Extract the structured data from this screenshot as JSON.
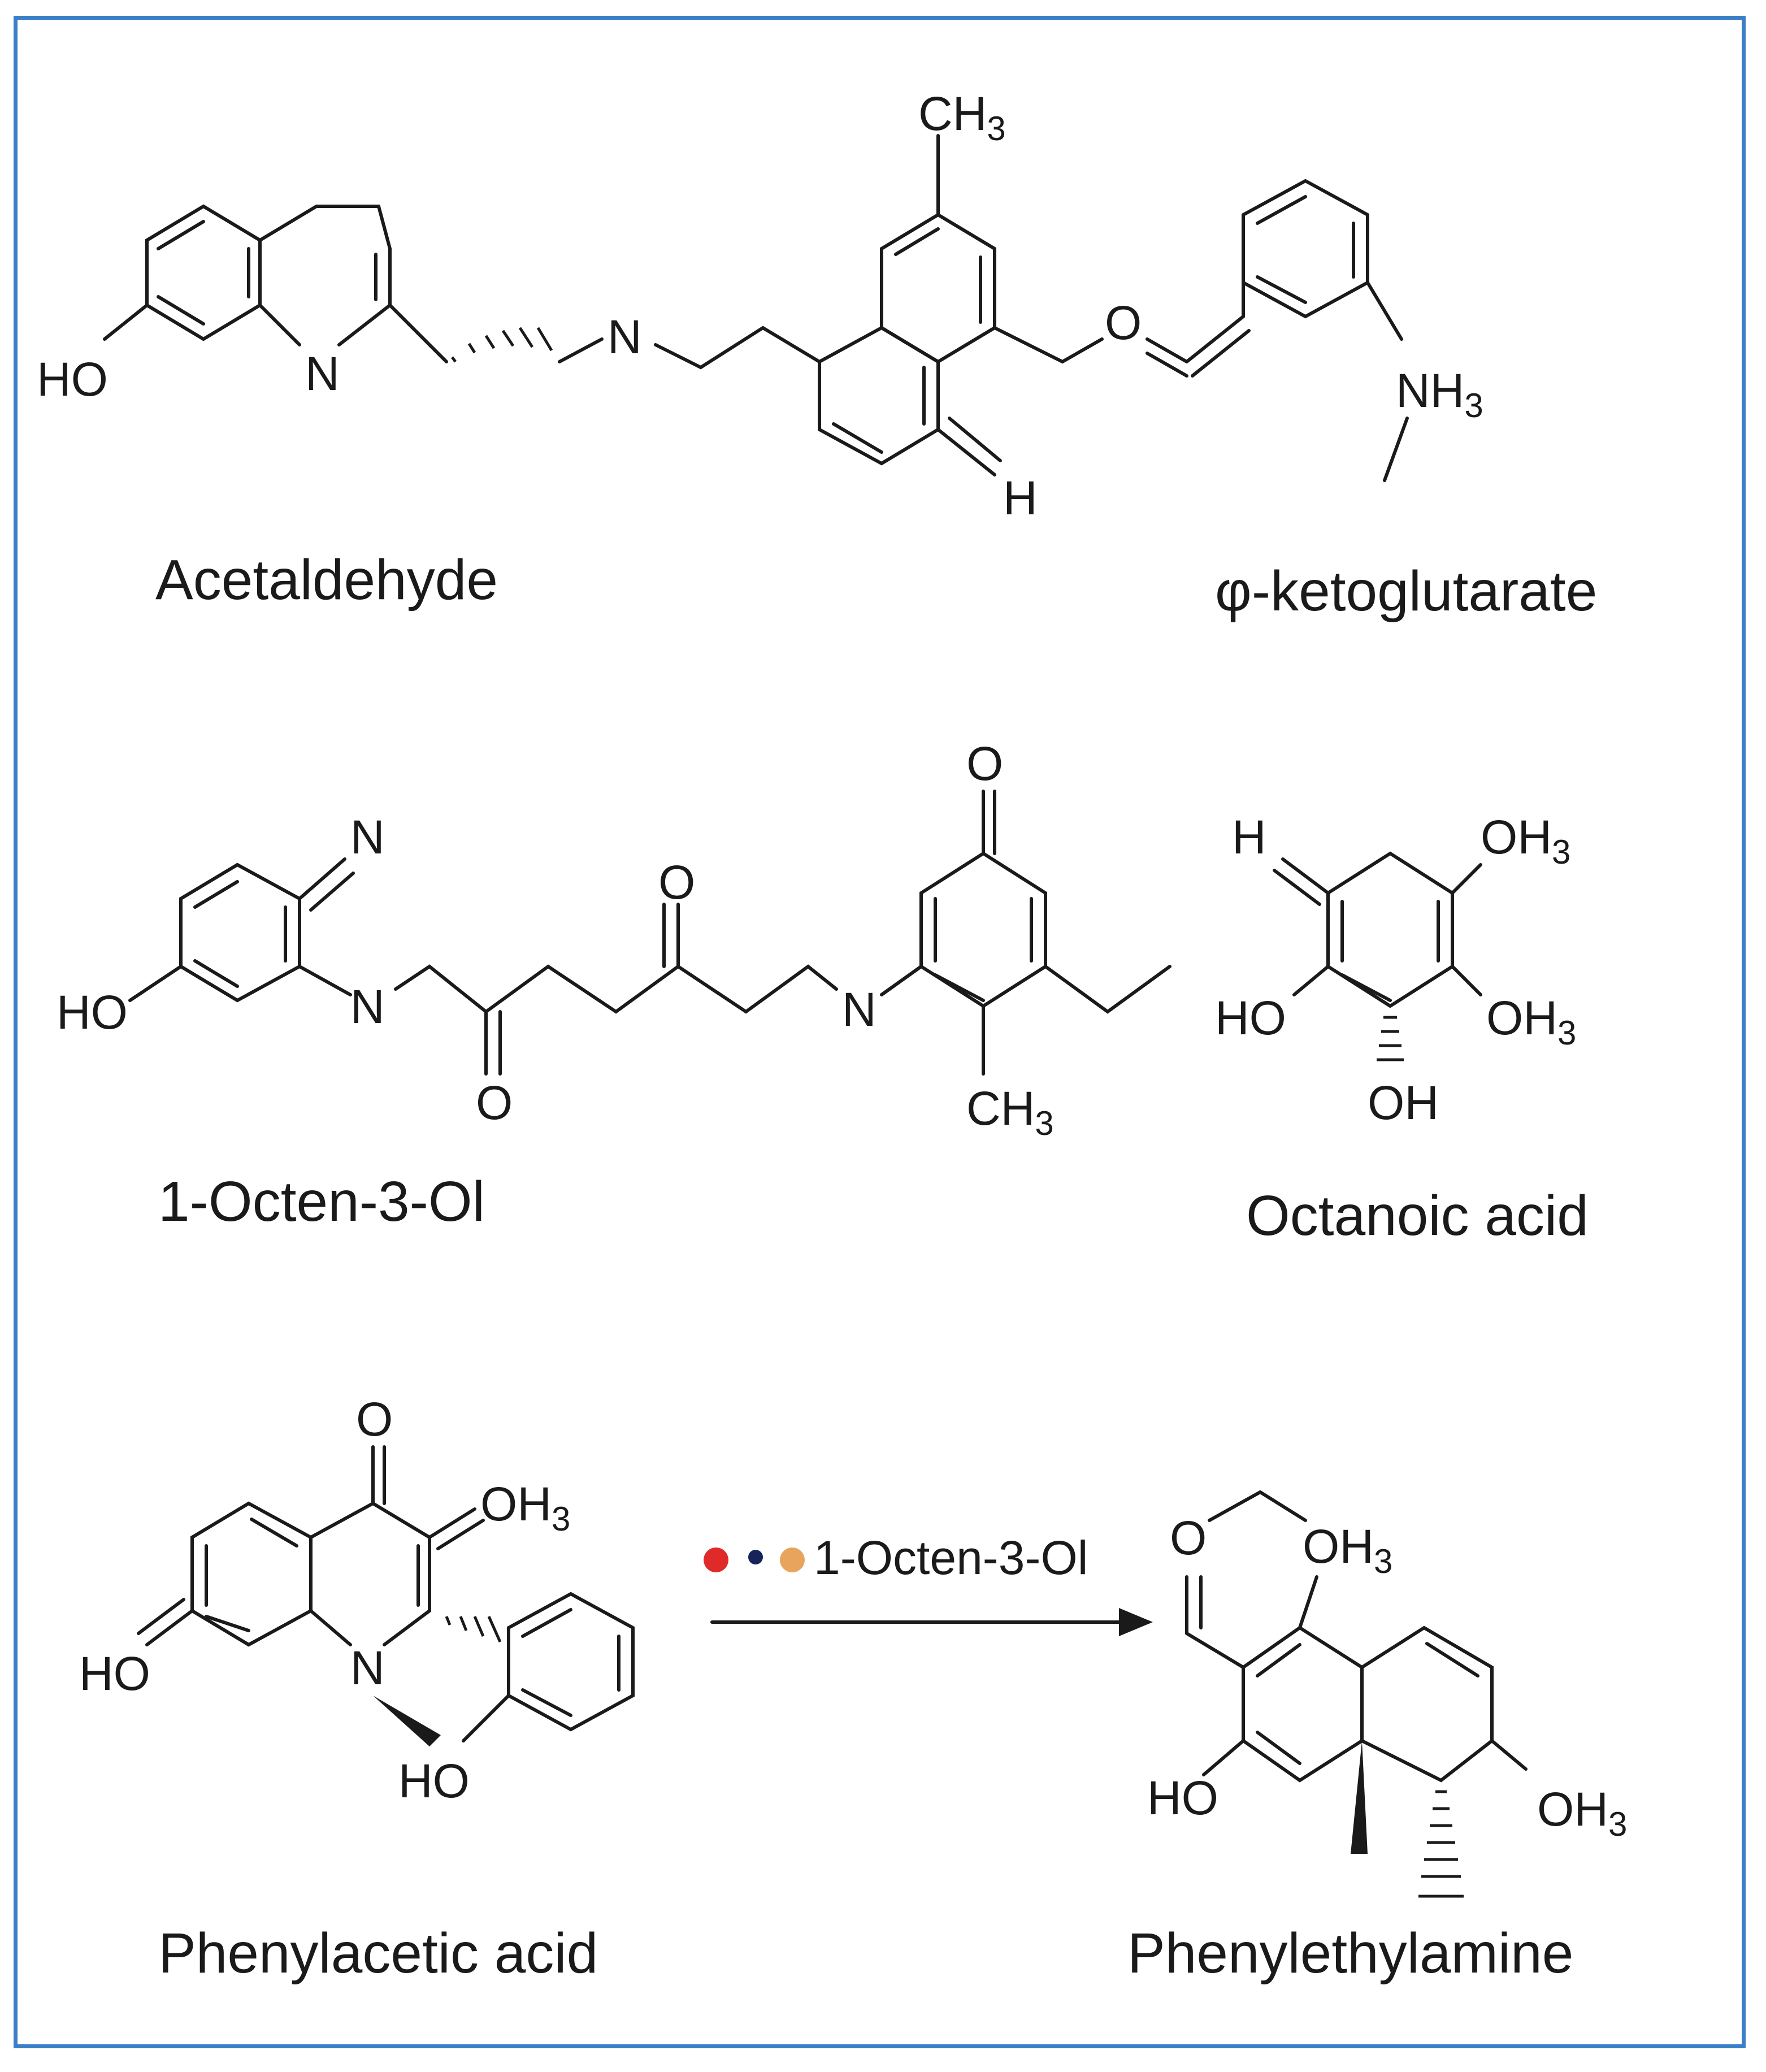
{
  "compounds": {
    "c1": {
      "name": "Acetaldehyde"
    },
    "c2": {
      "name": "φ-ketoglutarate"
    },
    "c3": {
      "name": "1-Octen-3-Ol"
    },
    "c4": {
      "name": "Octanoic acid"
    },
    "c5": {
      "name": "Phenylacetic acid"
    },
    "c6": {
      "name": "Phenylethylamine"
    }
  },
  "reaction": {
    "label": "1-Octen-3-Ol",
    "dot_colors": [
      "#e02a2a",
      "#17245a",
      "#e8a45c"
    ]
  },
  "atoms": {
    "HO": "HO",
    "OH": "OH",
    "N": "N",
    "O": "O",
    "H": "H",
    "CH": "CH",
    "NH": "NH",
    "sub3": "3"
  },
  "colors": {
    "frame": "#3a7fc8",
    "ink": "#1a1a1a"
  }
}
